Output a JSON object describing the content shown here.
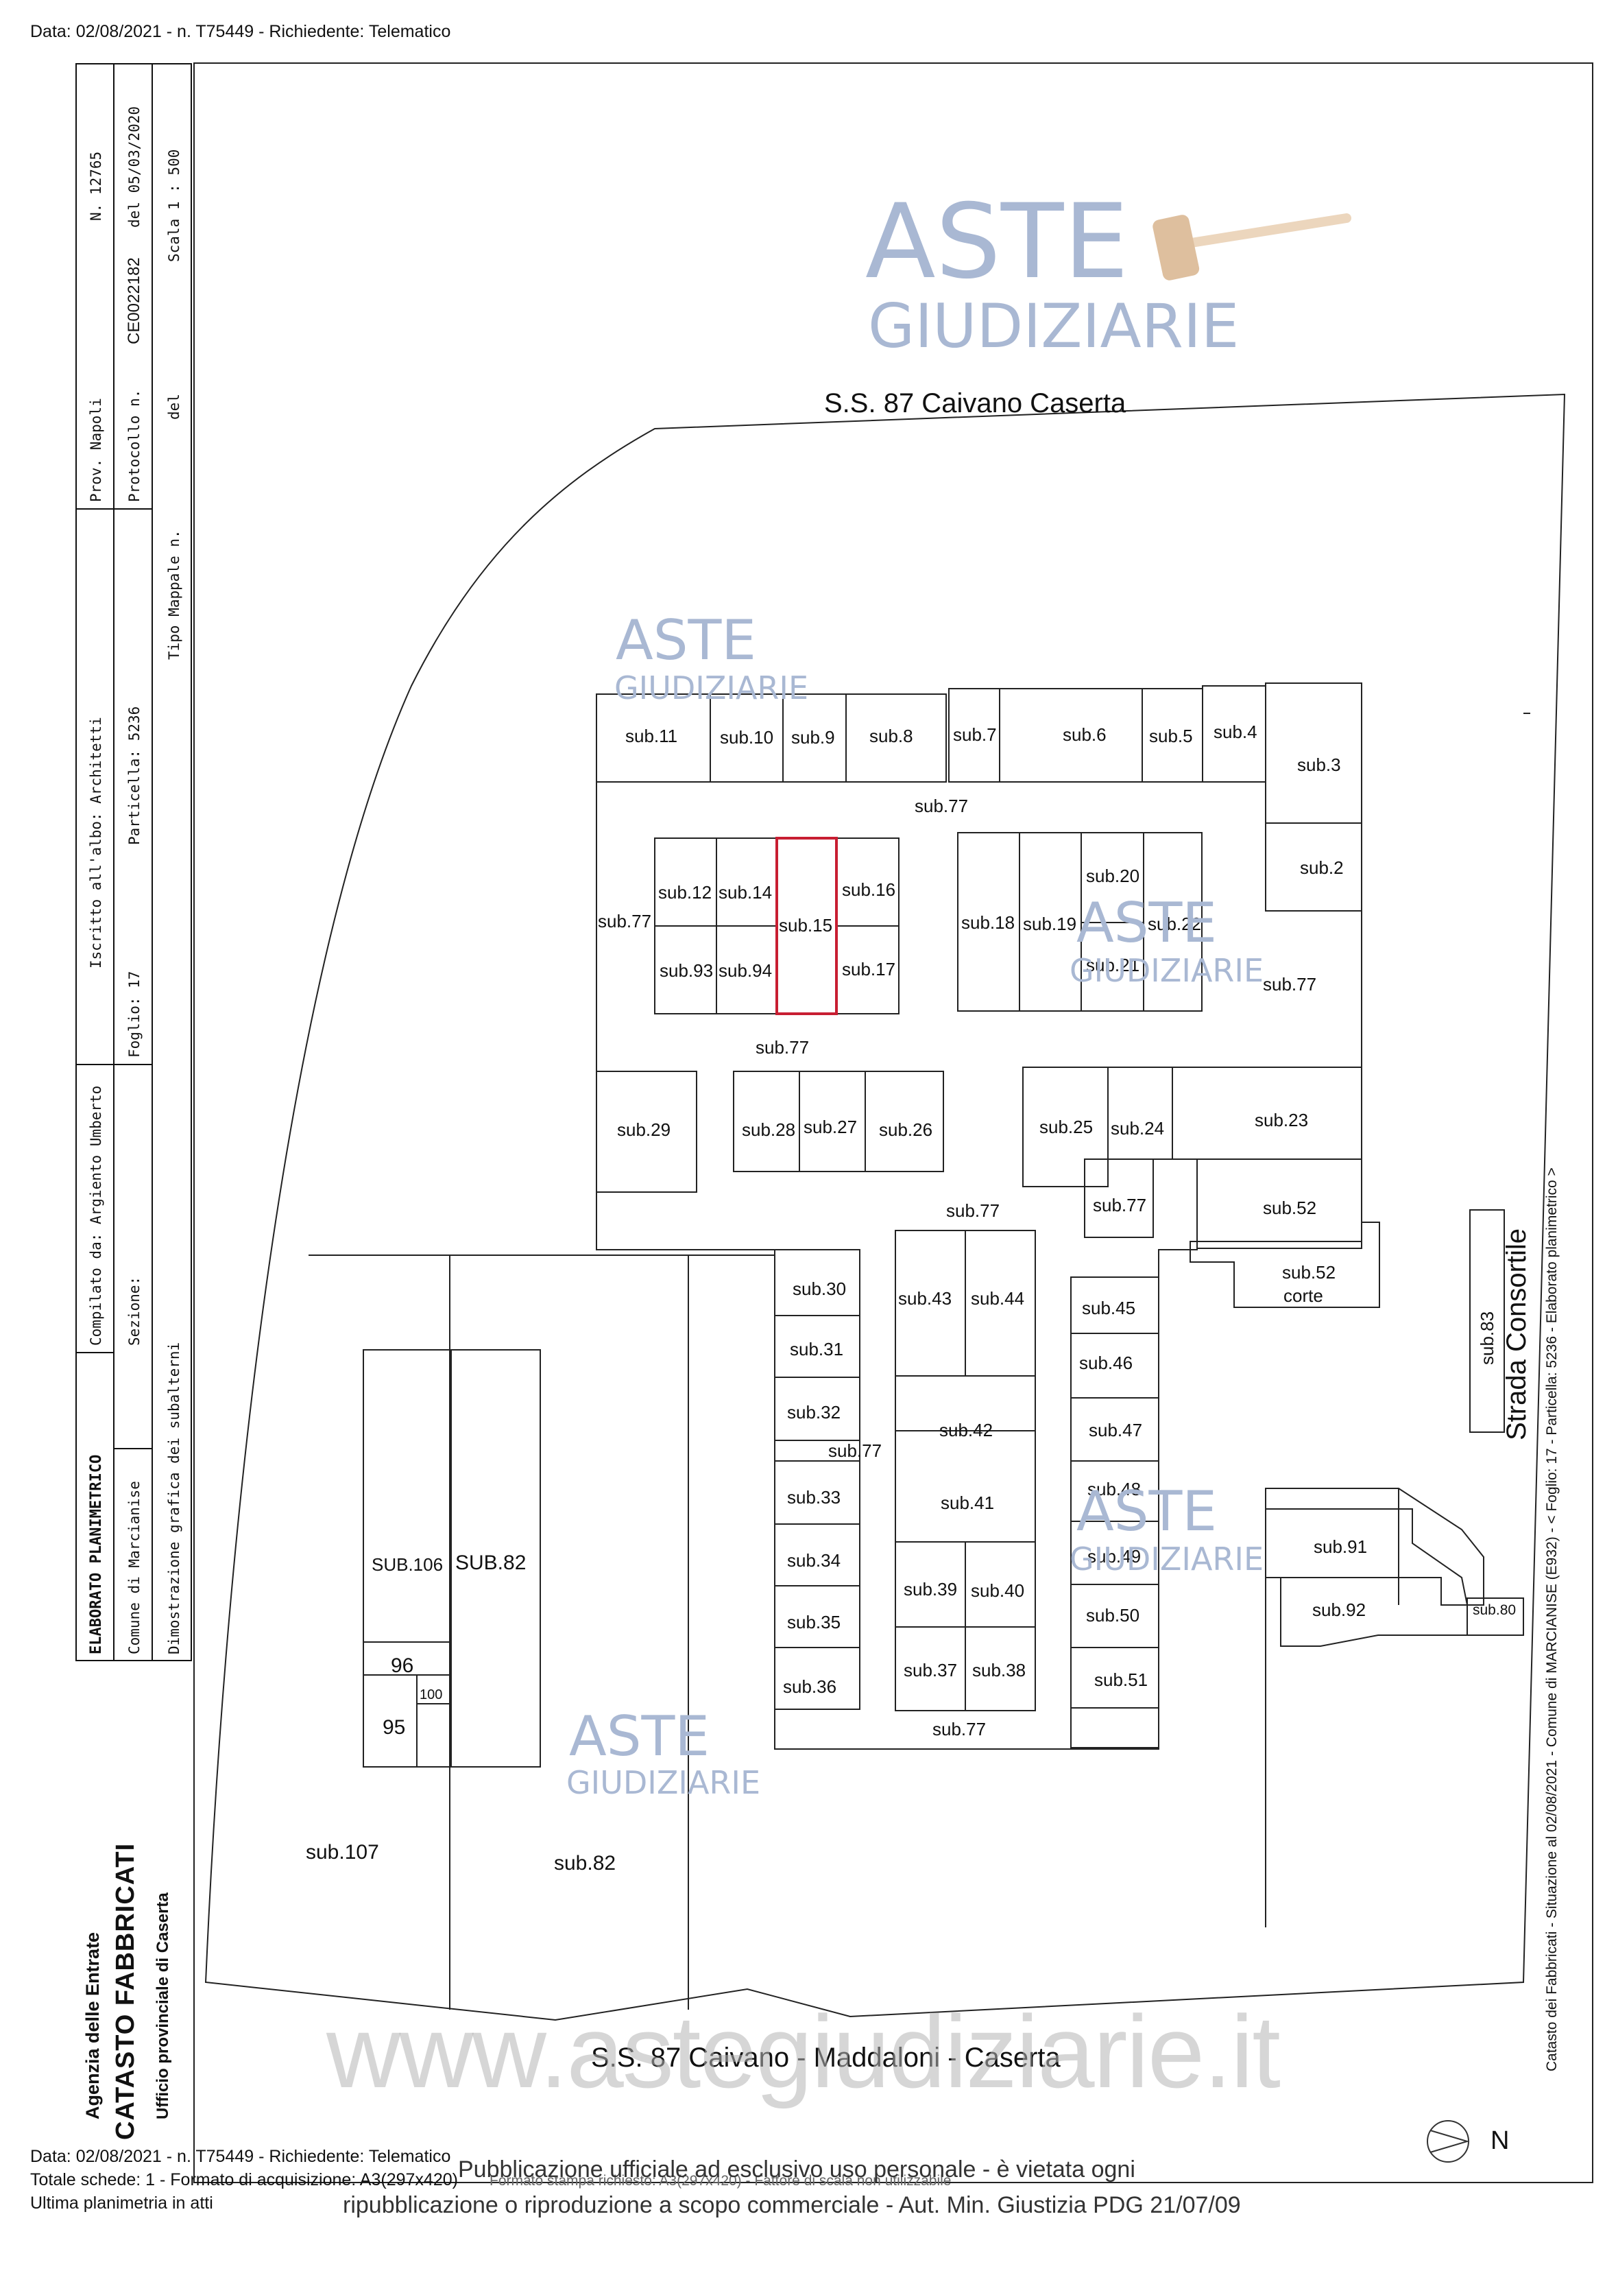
{
  "header": {
    "top_line": "Data: 02/08/2021 - n. T75449 - Richiedente: Telematico"
  },
  "left_panel": {
    "doc_type": "ELABORATO PLANIMETRICO",
    "compilato": "Compilato da: Argiento Umberto",
    "iscritto": "Iscritto all'albo: Architetti",
    "prov": "Prov. Napoli",
    "numero": "N. 12765",
    "comune": "Comune di Marcianise",
    "sezione": "Sezione:",
    "foglio": "Foglio: 17",
    "particella": "Particella: 5236",
    "protocollo_label": "Protocollo n.",
    "protocollo_value": "CE0022182",
    "protocollo_del": "del 05/03/2020",
    "dimostrazione": "Dimostrazione grafica dei subalterni",
    "tipo_mappale": "Tipo Mappale n.",
    "del": "del",
    "scala": "Scala 1 : 500"
  },
  "agency": {
    "line1": "Agenzia delle Entrate",
    "line2": "CATASTO FABBRICATI",
    "line3": "Ufficio provinciale di  Caserta"
  },
  "right_margin": {
    "vertical_note": "Catasto dei Fabbricati - Situazione al 02/08/2021 - Comune di MARCIANISE (E932) - < Foglio: 17 - Particella: 5236 - Elaborato planimetrico >"
  },
  "map": {
    "road_top": "S.S. 87 Caivano Caserta",
    "road_bottom": "S.S. 87 Caivano - Maddaloni - Caserta",
    "road_right": "Strada Consortile",
    "north": "N",
    "units": {
      "sub11": "sub.11",
      "sub10": "sub.10",
      "sub9": "sub.9",
      "sub8": "sub.8",
      "sub7": "sub.7",
      "sub6": "sub.6",
      "sub5": "sub.5",
      "sub4": "sub.4",
      "sub3": "sub.3",
      "sub2": "sub.2",
      "sub12": "sub.12",
      "sub14": "sub.14",
      "sub15": "sub.15",
      "sub16": "sub.16",
      "sub17": "sub.17",
      "sub93": "sub.93",
      "sub94": "sub.94",
      "sub18": "sub.18",
      "sub19": "sub.19",
      "sub20": "sub.20",
      "sub21": "sub.21",
      "sub22": "sub.22",
      "sub23": "sub.23",
      "sub24": "sub.24",
      "sub25": "sub.25",
      "sub26": "sub.26",
      "sub27": "sub.27",
      "sub28": "sub.28",
      "sub29": "sub.29",
      "sub52": "sub.52",
      "sub52corte_a": "sub.52",
      "sub52corte_b": "corte",
      "sub30": "sub.30",
      "sub31": "sub.31",
      "sub32": "sub.32",
      "sub33": "sub.33",
      "sub34": "sub.34",
      "sub35": "sub.35",
      "sub36": "sub.36",
      "sub37": "sub.37",
      "sub38": "sub.38",
      "sub39": "sub.39",
      "sub40": "sub.40",
      "sub41": "sub.41",
      "sub42": "sub.42",
      "sub43": "sub.43",
      "sub44": "sub.44",
      "sub45": "sub.45",
      "sub46": "sub.46",
      "sub47": "sub.47",
      "sub48": "sub.48",
      "sub49": "sub.49",
      "sub50": "sub.50",
      "sub51": "sub.51",
      "sub83": "sub.83",
      "sub91": "sub.91",
      "sub92": "sub.92",
      "sub80": "sub.80",
      "sub106": "SUB.106",
      "sub82big": "SUB.82",
      "u96": "96",
      "u95": "95",
      "u100": "100",
      "sub107": "sub.107",
      "sub82": "sub.82",
      "sub77": "sub.77"
    }
  },
  "watermark": {
    "brand_line1": "ASTE",
    "brand_line2": "GIUDIZIARIE",
    "site": "www.astegiudiziarie.it",
    "notice_line1": "Pubblicazione ufficiale ad esclusivo uso personale - è vietata ogni",
    "notice_line2": "ripubblicazione o riproduzione a scopo commerciale - Aut. Min. Giustizia PDG 21/07/09"
  },
  "footer": {
    "line1": "Data: 02/08/2021 - n. T75449 - Richiedente: Telematico",
    "line2": "Totale schede: 1 - Formato di acquisizione: A3(297x420)",
    "line2_over": "Formato stampa richiesto: A3(297x420) - Fattore di scala non utilizzabile",
    "line3": "Ultima planimetria in atti"
  },
  "colors": {
    "highlight": "#c81e32",
    "watermark": "#a9b8d3",
    "gavel": "#d9b58e"
  }
}
